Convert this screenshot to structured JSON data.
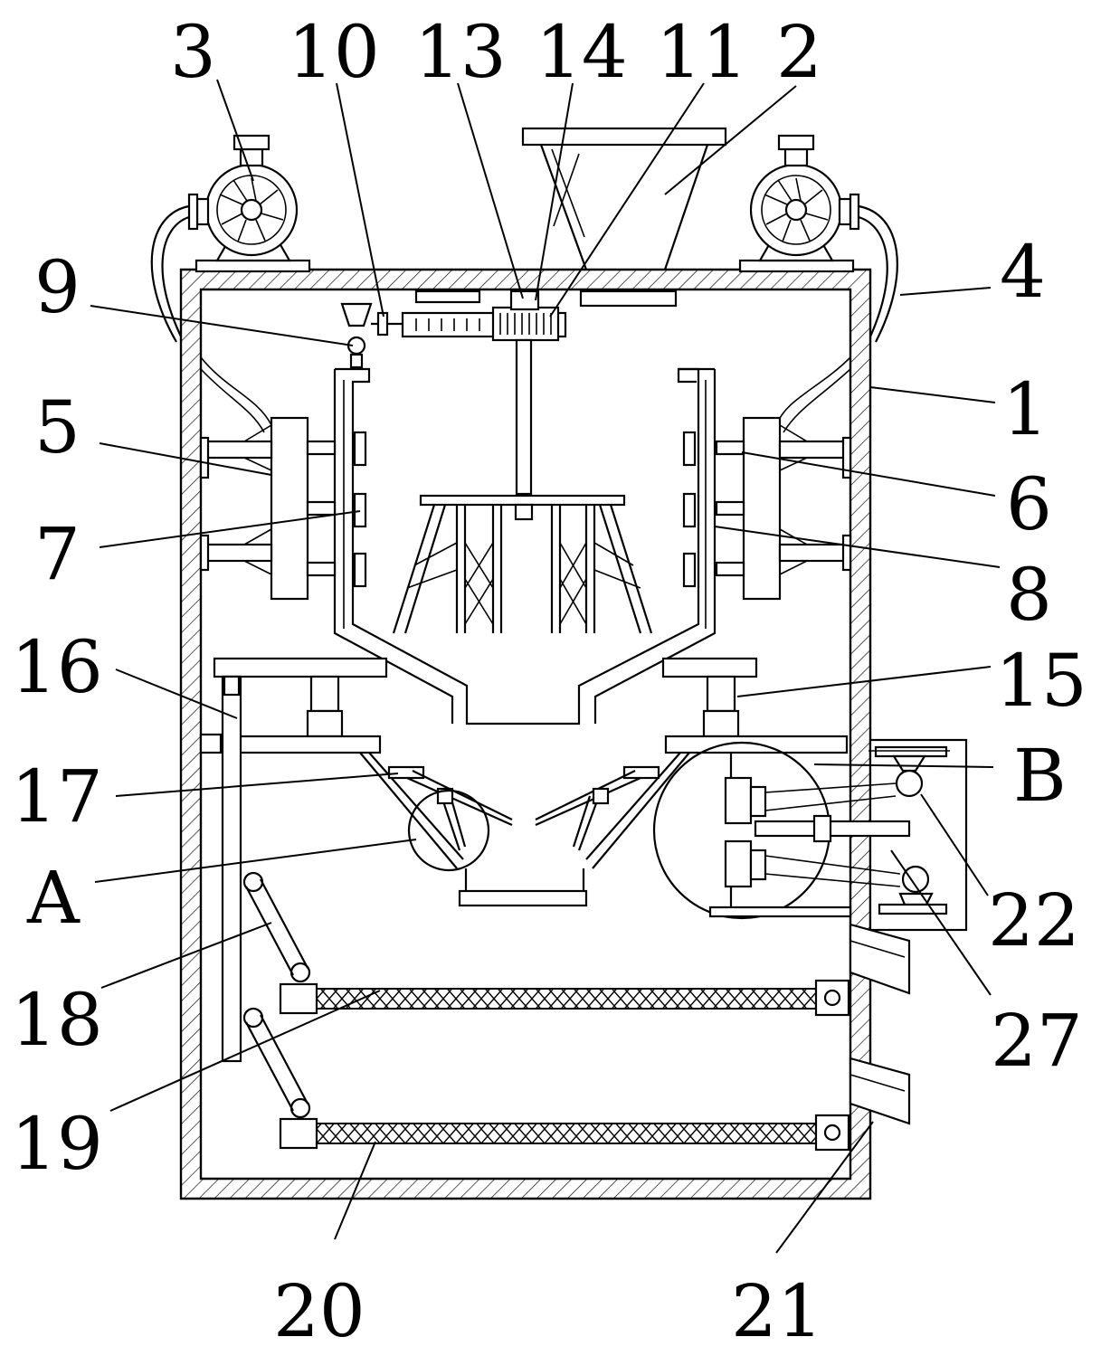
{
  "labels": {
    "l1": "1",
    "l2": "2",
    "l3": "3",
    "l4": "4",
    "l5": "5",
    "l6": "6",
    "l7": "7",
    "l8": "8",
    "l9": "9",
    "l10": "10",
    "l11": "11",
    "l13": "13",
    "l14": "14",
    "l15": "15",
    "l16": "16",
    "l17": "17",
    "l18": "18",
    "l19": "19",
    "l20": "20",
    "l21": "21",
    "l22": "22",
    "l27": "27",
    "lA": "A",
    "lB": "B"
  }
}
